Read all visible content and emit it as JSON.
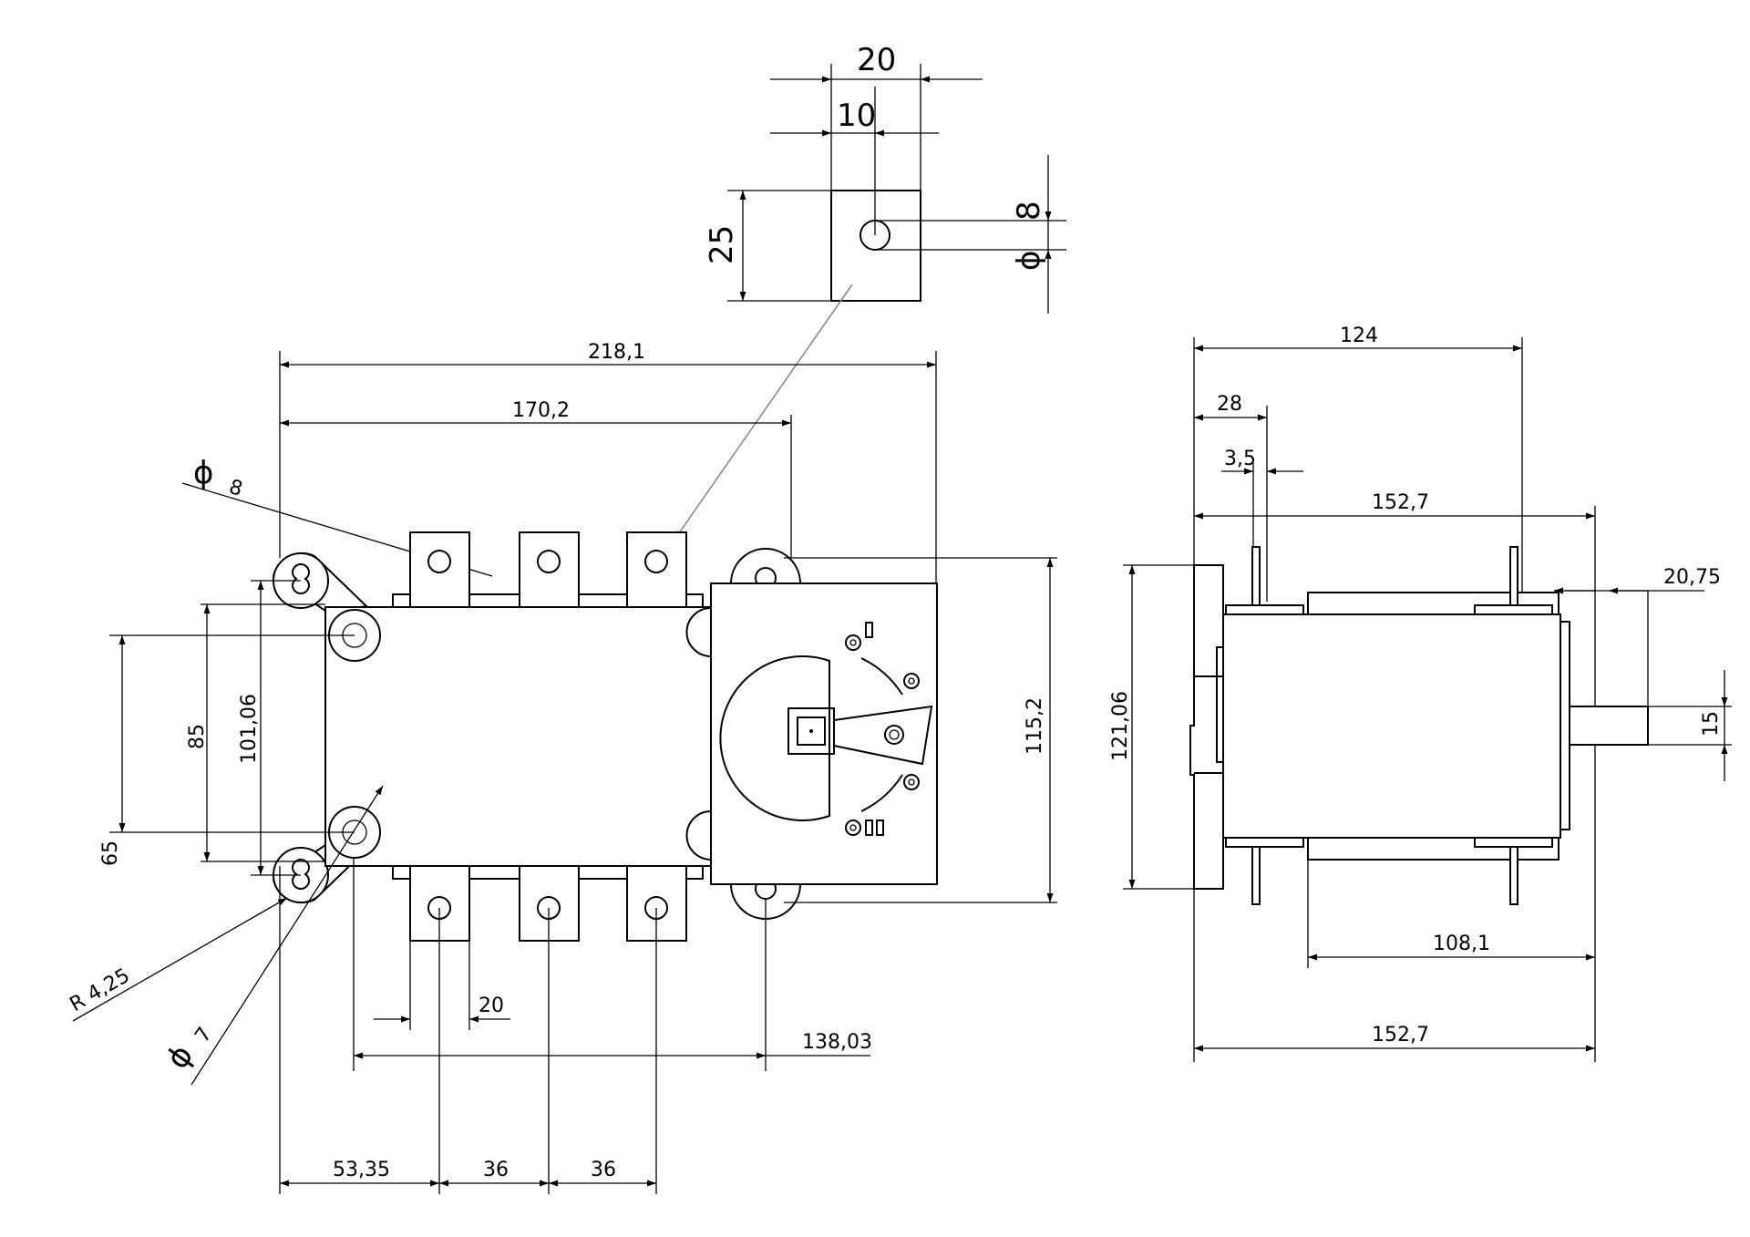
{
  "detail": {
    "width": "20",
    "hole_offset": "10",
    "height": "25",
    "hole_diameter": "8",
    "hole_diameter_symbol": "ϕ"
  },
  "front": {
    "overall_width": "218,1",
    "body_width": "170,2",
    "hole_diameter": "8",
    "hole_diameter_symbol": "ϕ",
    "mount_pitch": "85",
    "mount_offset": "65",
    "mount_span": "101,06",
    "total_height": "115,2",
    "radius": "R 4,25",
    "slot_diameter": "7",
    "slot_diameter_symbol": "ϕ",
    "terminal_width": "20",
    "handle_offset": "138,03",
    "first_pole": "53,35",
    "pole_pitch_1": "36",
    "pole_pitch_2": "36",
    "switch_position_on": "I",
    "switch_position_alt": "II"
  },
  "side": {
    "depth": "124",
    "flange": "28",
    "terminal": "3,5",
    "overall_top": "152,7",
    "shaft_offset": "20,75",
    "shaft": "15",
    "height": "121,06",
    "body_depth": "108,1",
    "overall_bottom": "152,7"
  }
}
